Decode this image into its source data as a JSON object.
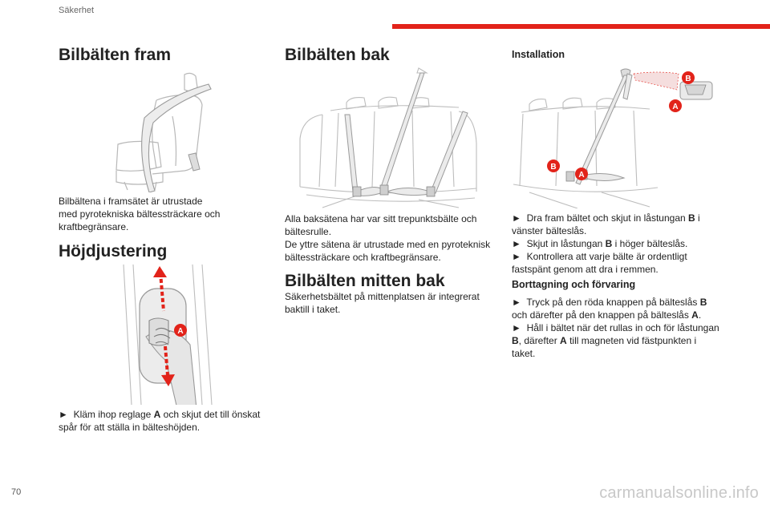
{
  "header": {
    "section": "Säkerhet",
    "accent_color": "#e2231a"
  },
  "col1": {
    "title": "Bilbälten fram",
    "text1": [
      "Bilbältena i framsätet är utrustade",
      "med pyrotekniska bältessträckare och",
      "kraftbegränsare."
    ],
    "title2": "Höjdjustering",
    "text2_arrow": "►",
    "text2_a": "Kläm ihop reglage",
    "text2_bold": "A",
    "text2_b": "och skjut det till önskat",
    "text2_line2": "spår för att ställa in bälteshöjden.",
    "label_a": "A"
  },
  "col2": {
    "title": "Bilbälten bak",
    "text1": [
      "Alla baksätena har var sitt trepunktsbälte och",
      "bältesrulle."
    ],
    "text2": [
      "De yttre sätena är utrustade med en pyroteknisk",
      "bältessträckare och kraftbegränsare."
    ],
    "title2": "Bilbälten mitten bak",
    "text3": [
      "Säkerhetsbältet på mittenplatsen är integrerat",
      "baktill i taket."
    ]
  },
  "col3": {
    "title": "Installation",
    "labels": {
      "a": "A",
      "b": "B"
    },
    "inst": [
      {
        "arrow": "►",
        "pre": "Dra fram bältet och skjut in låstungan",
        "bold": "B",
        "post": "i",
        "cont": "vänster bälteslås."
      },
      {
        "arrow": "►",
        "pre": "Skjut in låstungan",
        "bold": "B",
        "post": "i höger bälteslås."
      },
      {
        "arrow": "►",
        "pre": "Kontrollera att varje bälte är ordentligt",
        "cont": "fastspänt genom att dra i remmen."
      }
    ],
    "subtitle": "Borttagning och förvaring",
    "rem1_pre": "Tryck på den röda knappen på bälteslås",
    "rem1_bold": "B",
    "rem1_line2_pre": "och därefter på den knappen på bälteslås",
    "rem1_line2_bold": "A",
    "rem1_line2_post": ".",
    "rem2_line1": "Håll i bältet när det rullas in och för låstungan",
    "rem2_line2_bold1": "B",
    "rem2_line2_mid": ", därefter",
    "rem2_line2_bold2": "A",
    "rem2_line2_post": "till magneten vid fästpunkten i",
    "rem2_line3": "taket.",
    "arrow": "►"
  },
  "footer": {
    "page_number": "70",
    "watermark": "carmanualsonline.info"
  }
}
